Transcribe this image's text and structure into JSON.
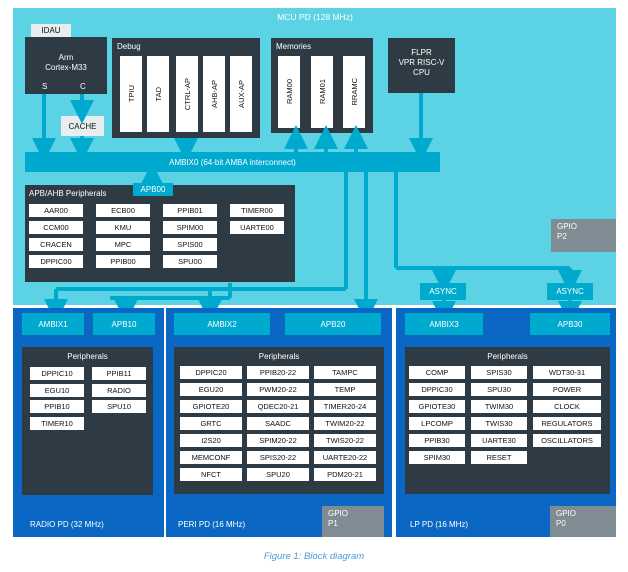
{
  "mcu": {
    "title": "MCU PD (128 MHz)",
    "idau": "IDAU",
    "cpu_line1": "Arm",
    "cpu_line2": "Cortex-M33",
    "port_s": "S",
    "port_c": "C",
    "cache": "CACHE",
    "debug": {
      "title": "Debug",
      "items": [
        "TPIU",
        "TAD",
        "CTRL-AP",
        "AHB-AP",
        "AUX-AP"
      ]
    },
    "memories": {
      "title": "Memories",
      "items": [
        "RAM00",
        "RAM01",
        "RRAMC"
      ]
    },
    "flpr": {
      "line1": "FLPR",
      "line2": "VPR RISC-V",
      "line3": "CPU"
    },
    "ambix0": "AMBIX0 (64-bit AMBA interconnect)",
    "apb00": "APB00",
    "apb_ahb": {
      "title": "APB/AHB Peripherals",
      "rows": [
        [
          "AAR00",
          "ECB00",
          "PPIB01",
          "TIMER00"
        ],
        [
          "CCM00",
          "KMU",
          "SPIM00",
          "UARTE00"
        ],
        [
          "CRACEN",
          "MPC",
          "SPIS00",
          ""
        ],
        [
          "DPPIC00",
          "PPIB00",
          "SPU00",
          ""
        ]
      ]
    },
    "gpio_p2": {
      "line1": "GPIO",
      "line2": "P2"
    },
    "async": [
      "ASYNC",
      "ASYNC"
    ]
  },
  "radio": {
    "title": "RADIO PD (32 MHz)",
    "buses": [
      "AMBIX1",
      "APB10"
    ],
    "peripherals_title": "Peripherals",
    "rows": [
      [
        "DPPIC10",
        "PPIB11"
      ],
      [
        "EGU10",
        "RADIO"
      ],
      [
        "PPIB10",
        "SPU10"
      ],
      [
        "TIMER10",
        ""
      ]
    ]
  },
  "peri": {
    "title": "PERI PD (16 MHz)",
    "buses": [
      "AMBIX2",
      "APB20"
    ],
    "peripherals_title": "Peripherals",
    "rows": [
      [
        "DPPIC20",
        "PPIB20-22",
        "TAMPC"
      ],
      [
        "EGU20",
        "PWM20-22",
        "TEMP"
      ],
      [
        "GPIOTE20",
        "QDEC20-21",
        "TIMER20-24"
      ],
      [
        "GRTC",
        "SAADC",
        "TWIM20-22"
      ],
      [
        "I2S20",
        "SPIM20-22",
        "TWIS20-22"
      ],
      [
        "MEMCONF",
        "SPIS20-22",
        "UARTE20-22"
      ],
      [
        "NFCT",
        "SPU20",
        "PDM20-21"
      ]
    ],
    "gpio": {
      "line1": "GPIO",
      "line2": "P1"
    }
  },
  "lp": {
    "title": "LP PD (16 MHz)",
    "buses": [
      "AMBIX3",
      "APB30"
    ],
    "peripherals_title": "Peripherals",
    "rows": [
      [
        "COMP",
        "SPIS30",
        "WDT30-31"
      ],
      [
        "DPPIC30",
        "SPU30",
        "POWER"
      ],
      [
        "GPIOTE30",
        "TWIM30",
        "CLOCK"
      ],
      [
        "LPCOMP",
        "TWIS30",
        "REGULATORS"
      ],
      [
        "PPIB30",
        "UARTE30",
        "OSCILLATORS"
      ],
      [
        "SPIM30",
        "RESET",
        ""
      ]
    ],
    "gpio": {
      "line1": "GPIO",
      "line2": "P0"
    }
  },
  "caption": "Figure 1: Block diagram",
  "colors": {
    "mcu_bg": "#5cd3e5",
    "pd_bg": "#0a68c4",
    "dark": "#2f3b44",
    "bus": "#00a9ce",
    "gray": "#7f8c93"
  }
}
